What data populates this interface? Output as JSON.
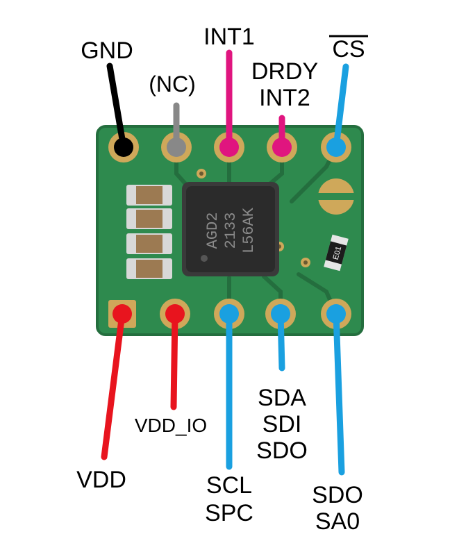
{
  "colors": {
    "background": "#ffffff",
    "pcb": "#2e8a4e",
    "pcb_dark": "#246e3e",
    "pad_gold": "#cfa85a",
    "chip_body": "#2b2b2b",
    "gnd_wire": "#000000",
    "nc_wire": "#888888",
    "interrupt_wire": "#e0157f",
    "power_wire": "#e8141e",
    "serial_wire": "#1aa0e0",
    "capacitor": "#9c7a52"
  },
  "chip_marking": {
    "line1": "AGD2",
    "line2": "2133",
    "line3": "L56AK"
  },
  "resistor_marking": "E01",
  "top_pins": [
    {
      "id": "gnd",
      "lines": [
        "GND"
      ],
      "wire": "gnd_wire"
    },
    {
      "id": "nc",
      "lines": [
        "(NC)"
      ],
      "wire": "nc_wire"
    },
    {
      "id": "int1",
      "lines": [
        "INT1"
      ],
      "wire": "interrupt_wire"
    },
    {
      "id": "drdy-int2",
      "lines": [
        "DRDY",
        "INT2"
      ],
      "wire": "interrupt_wire"
    },
    {
      "id": "cs",
      "lines": [
        "CS"
      ],
      "overline": true,
      "wire": "serial_wire"
    }
  ],
  "bottom_pins": [
    {
      "id": "vdd",
      "lines": [
        "VDD"
      ],
      "wire": "power_wire"
    },
    {
      "id": "vdd-io",
      "lines": [
        "VDD_IO"
      ],
      "wire": "power_wire"
    },
    {
      "id": "scl-spc",
      "lines": [
        "SCL",
        "SPC"
      ],
      "wire": "serial_wire"
    },
    {
      "id": "sda-sdi-sdo",
      "lines": [
        "SDA",
        "SDI",
        "SDO"
      ],
      "wire": "serial_wire"
    },
    {
      "id": "sdo-sa0",
      "lines": [
        "SDO",
        "SA0"
      ],
      "wire": "serial_wire"
    }
  ]
}
